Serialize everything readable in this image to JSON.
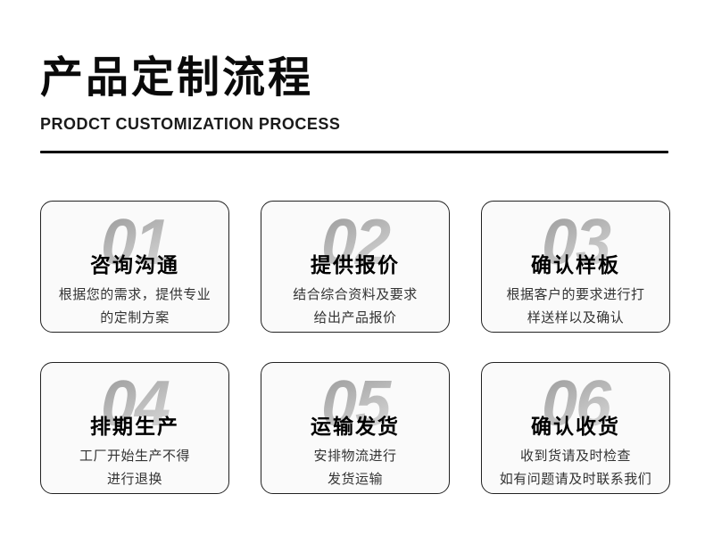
{
  "header": {
    "title": "产品定制流程",
    "subtitle": "PRODCT CUSTOMIZATION PROCESS"
  },
  "colors": {
    "page_background": "#ffffff",
    "card_background": "#fafafa",
    "card_border": "#222222",
    "divider": "#000000",
    "title_text": "#0a0a0a",
    "description_text": "#333333",
    "number_gradient_dark": "#949494",
    "number_gradient_light": "#dcdcdc"
  },
  "steps": [
    {
      "number": "01",
      "title": "咨询沟通",
      "desc_line1": "根据您的需求，提供专业",
      "desc_line2": "的定制方案"
    },
    {
      "number": "02",
      "title": "提供报价",
      "desc_line1": "结合综合资料及要求",
      "desc_line2": "给出产品报价"
    },
    {
      "number": "03",
      "title": "确认样板",
      "desc_line1": "根据客户的要求进行打",
      "desc_line2": "样送样以及确认"
    },
    {
      "number": "04",
      "title": "排期生产",
      "desc_line1": "工厂开始生产不得",
      "desc_line2": "进行退换"
    },
    {
      "number": "05",
      "title": "运输发货",
      "desc_line1": "安排物流进行",
      "desc_line2": "发货运输"
    },
    {
      "number": "06",
      "title": "确认收货",
      "desc_line1": "收到货请及时检查",
      "desc_line2": "如有问题请及时联系我们"
    }
  ]
}
